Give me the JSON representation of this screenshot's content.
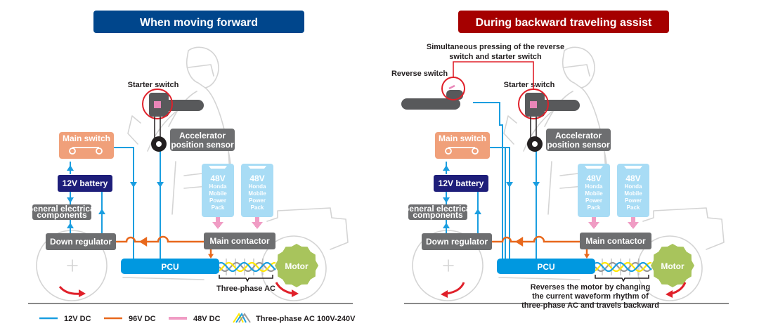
{
  "colors": {
    "forward_header": "#00468c",
    "backward_header": "#a50000",
    "dc12": "#1a9ee0",
    "dc96": "#e8681c",
    "dc48": "#f09cc4",
    "ac_yellow": "#ffe600",
    "ac_gray": "#9a9a9a",
    "main_switch": "#f0a07a",
    "battery": "#1e1e7a",
    "gray_box": "#6d6e70",
    "pcu": "#0098e0",
    "power_pack": "#a8dcf5",
    "motor": "#a8c45c",
    "highlight_circle": "#e0202a",
    "rotation_arrow": "#e0202a"
  },
  "panels": [
    {
      "id": "forward",
      "header": "When moving forward",
      "starter_switch": "Starter switch",
      "accelerator_sensor": [
        "Accelerator",
        "position sensor"
      ],
      "main_switch": "Main switch",
      "battery": "12V battery",
      "general_components": [
        "General electrical",
        "components"
      ],
      "down_regulator": "Down regulator",
      "main_contactor": "Main contactor",
      "pcu": "PCU",
      "motor": "Motor",
      "power_packs": [
        {
          "voltage": "48V",
          "lines": [
            "Honda",
            "Mobile",
            "Power",
            "Pack"
          ]
        },
        {
          "voltage": "48V",
          "lines": [
            "Honda",
            "Mobile",
            "Power",
            "Pack"
          ]
        }
      ],
      "ac_caption": [
        "Three-phase AC"
      ],
      "rotation": "forward"
    },
    {
      "id": "backward",
      "header": "During backward traveling assist",
      "simultaneous_note": [
        "Simultaneous pressing of the reverse",
        "switch and starter switch"
      ],
      "reverse_switch": "Reverse switch",
      "starter_switch": "Starter switch",
      "accelerator_sensor": [
        "Accelerator",
        "position sensor"
      ],
      "main_switch": "Main switch",
      "battery": "12V battery",
      "general_components": [
        "General electrical",
        "components"
      ],
      "down_regulator": "Down regulator",
      "main_contactor": "Main contactor",
      "pcu": "PCU",
      "motor": "Motor",
      "power_packs": [
        {
          "voltage": "48V",
          "lines": [
            "Honda",
            "Mobile",
            "Power",
            "Pack"
          ]
        },
        {
          "voltage": "48V",
          "lines": [
            "Honda",
            "Mobile",
            "Power",
            "Pack"
          ]
        }
      ],
      "ac_caption": [
        "Reverses the motor by changing",
        "the current waveform rhythm of",
        "three-phase AC and travels backward"
      ],
      "rotation": "backward"
    }
  ],
  "legend": [
    {
      "label": "12V DC",
      "swatch": "dc12"
    },
    {
      "label": "96V DC",
      "swatch": "dc96"
    },
    {
      "label": "48V DC",
      "swatch": "dc48"
    },
    {
      "label": "Three-phase AC 100V-240V",
      "swatch": "ac"
    }
  ]
}
